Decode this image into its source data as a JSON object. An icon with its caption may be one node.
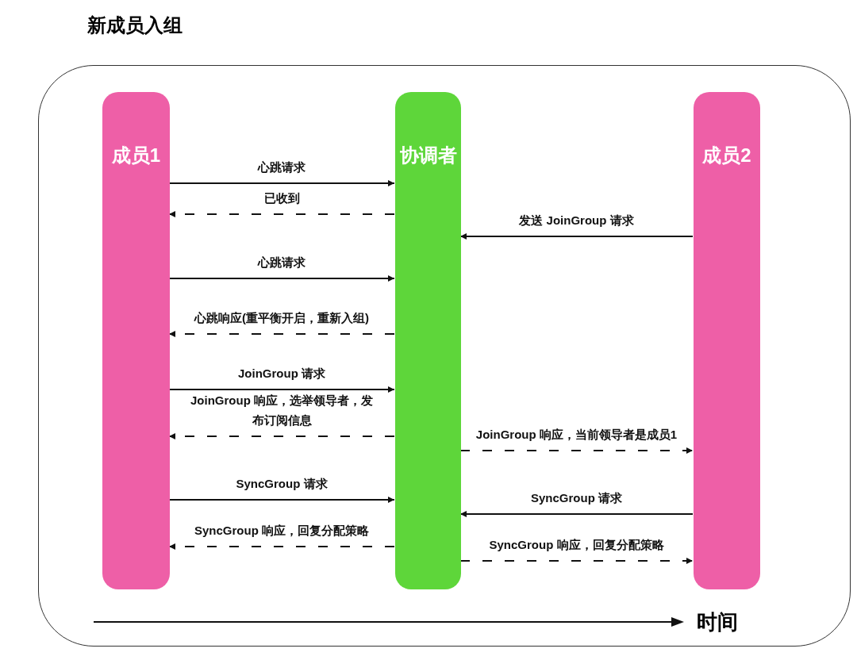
{
  "diagram": {
    "title": "新成员入组",
    "nodes": [
      {
        "text": [],
        "shape": "box"
      },
      {
        "text": [
          "成员1"
        ],
        "in": 0
      },
      {
        "text": [
          "协调者"
        ],
        "in": 0
      },
      {
        "text": [
          "成员2"
        ],
        "in": 0
      }
    ],
    "edges": [
      {
        "from": 1,
        "to": 2,
        "arrow": "to",
        "label": "心跳请求"
      },
      {
        "from": 2,
        "to": 1,
        "arrow": "to",
        "style": "dashed",
        "label": "已收到"
      },
      {
        "from": 3,
        "to": 2,
        "arrow": "to",
        "label": "发送 JoinGroup 请求"
      },
      {
        "from": 1,
        "to": 2,
        "arrow": "to",
        "label": "心跳请求"
      },
      {
        "from": 2,
        "to": 1,
        "arrow": "to",
        "style": "dashed",
        "label": "心跳响应(重平衡开启，重新入组)"
      },
      {
        "from": 1,
        "to": 2,
        "arrow": "to",
        "label": "JoinGroup 请求"
      },
      {
        "from": 2,
        "to": 1,
        "arrow": "to",
        "style": "dashed",
        "label": "JoinGroup 响应，选举领导者，发布订阅信息"
      },
      {
        "from": 2,
        "to": 3,
        "arrow": "to",
        "style": "dashed",
        "label": "JoinGroup 响应，当前领导者是成员1"
      },
      {
        "from": 1,
        "to": 2,
        "arrow": "to",
        "label": "SyncGroup 请求"
      },
      {
        "from": 3,
        "to": 2,
        "arrow": "to",
        "label": "SyncGroup 请求"
      },
      {
        "from": 2,
        "to": 1,
        "arrow": "to",
        "style": "dashed",
        "label": "SyncGroup 响应，回复分配策略"
      },
      {
        "from": 2,
        "to": 3,
        "arrow": "to",
        "style": "dashed",
        "label": "SyncGroup 响应，回复分配策略"
      }
    ],
    "labels": [
      "时间"
    ]
  }
}
